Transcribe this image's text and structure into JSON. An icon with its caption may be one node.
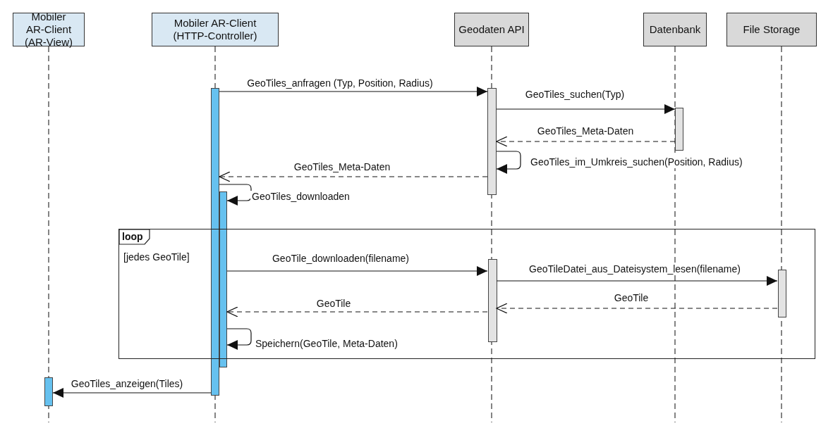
{
  "diagram": {
    "nodes": [
      {
        "text": [
          "Mobiler AR-Client (AR-View)"
        ]
      },
      {
        "text": [
          "Mobiler AR-Client (HTTP-Controller)"
        ]
      },
      {
        "text": [
          "Geodaten API"
        ]
      },
      {
        "text": [
          "Datenbank"
        ]
      },
      {
        "text": [
          "File Storage"
        ]
      },
      {
        "text": [],
        "shape": "bar"
      },
      {
        "text": [],
        "shape": "bar"
      },
      {
        "text": [],
        "shape": "bar"
      },
      {
        "text": [],
        "shape": "bar"
      },
      {
        "text": [
          "loop",
          "[jedes GeoTile]"
        ]
      },
      {
        "text": [],
        "shape": "bar",
        "in": 9
      },
      {
        "text": [],
        "shape": "bar",
        "in": 9
      },
      {
        "text": [],
        "shape": "bar"
      }
    ],
    "edges": [
      {
        "from": 5,
        "to": 6,
        "arrow": "to",
        "label": "GeoTiles_anfragen (Typ, Position, Radius)"
      },
      {
        "from": 6,
        "to": 7,
        "arrow": "to",
        "label": "GeoTiles_suchen(Typ)"
      },
      {
        "from": 7,
        "to": 6,
        "arrow": "to",
        "label": "GeoTiles_Meta-Daten",
        "style": "dashed"
      },
      {
        "from": 6,
        "to": 6,
        "arrow": "to",
        "label": "GeoTiles_im_Umkreis_suchen(Position, Radius)"
      },
      {
        "from": 6,
        "to": 5,
        "arrow": "to",
        "label": "GeoTiles_Meta-Daten",
        "style": "dashed"
      },
      {
        "from": 5,
        "to": 8,
        "arrow": "to",
        "label": "GeoTiles_downloaden"
      },
      {
        "from": 8,
        "to": 10,
        "arrow": "to",
        "label": "GeoTile_downloaden(filename)"
      },
      {
        "from": 10,
        "to": 11,
        "arrow": "to",
        "label": "GeoTileDatei_aus_Dateisystem_lesen(filename)"
      },
      {
        "from": 11,
        "to": 10,
        "arrow": "to",
        "label": "GeoTile",
        "style": "dashed"
      },
      {
        "from": 10,
        "to": 8,
        "arrow": "to",
        "label": "GeoTile",
        "style": "dashed"
      },
      {
        "from": 8,
        "to": 8,
        "arrow": "to",
        "label": "Speichern(GeoTile, Meta-Daten)"
      },
      {
        "from": 5,
        "to": 12,
        "arrow": "to",
        "label": "GeoTiles_anzeigen(Tiles)"
      }
    ]
  }
}
